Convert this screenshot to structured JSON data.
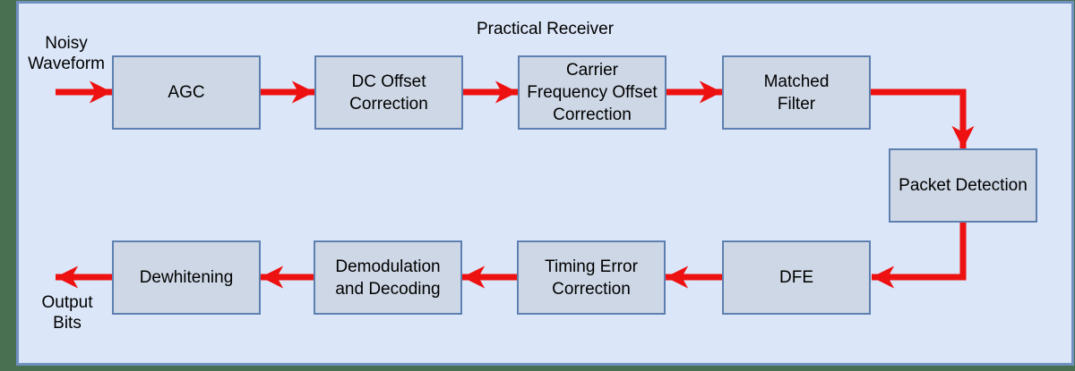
{
  "title": "Practical Receiver",
  "colors": {
    "background": "#4a7052",
    "panel_fill": "#dbe6f8",
    "panel_border": "#7090c0",
    "block_fill": "#cdd7e5",
    "block_border": "#5e80b0",
    "arrow": "#ee1111",
    "text": "#000000"
  },
  "io": {
    "input_label": "Noisy\nWaveform",
    "output_label": "Output\nBits"
  },
  "blocks": [
    {
      "id": "agc",
      "label": "AGC"
    },
    {
      "id": "dc-offset",
      "label": "DC Offset\nCorrection"
    },
    {
      "id": "cfo",
      "label": "Carrier\nFrequency Offset\nCorrection"
    },
    {
      "id": "matched-filter",
      "label": "Matched\nFilter"
    },
    {
      "id": "packet-detection",
      "label": "Packet Detection"
    },
    {
      "id": "dfe",
      "label": "DFE"
    },
    {
      "id": "timing",
      "label": "Timing Error\nCorrection"
    },
    {
      "id": "demod",
      "label": "Demodulation\nand Decoding"
    },
    {
      "id": "dewhitening",
      "label": "Dewhitening"
    }
  ],
  "connections": [
    {
      "from": "Noisy Waveform",
      "to": "AGC"
    },
    {
      "from": "AGC",
      "to": "DC Offset Correction"
    },
    {
      "from": "DC Offset Correction",
      "to": "Carrier Frequency Offset Correction"
    },
    {
      "from": "Carrier Frequency Offset Correction",
      "to": "Matched Filter"
    },
    {
      "from": "Matched Filter",
      "to": "Packet Detection"
    },
    {
      "from": "Packet Detection",
      "to": "DFE"
    },
    {
      "from": "DFE",
      "to": "Timing Error Correction"
    },
    {
      "from": "Timing Error Correction",
      "to": "Demodulation and Decoding"
    },
    {
      "from": "Demodulation and Decoding",
      "to": "Dewhitening"
    },
    {
      "from": "Dewhitening",
      "to": "Output Bits"
    }
  ]
}
